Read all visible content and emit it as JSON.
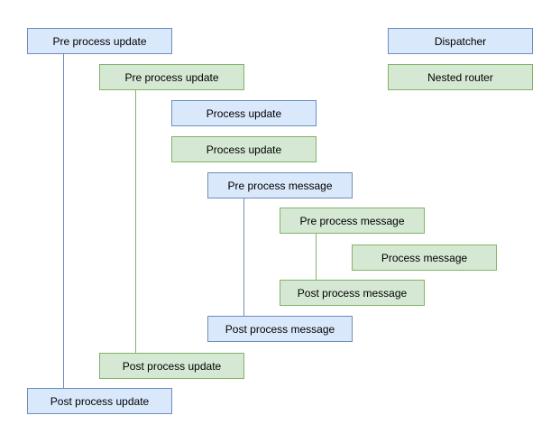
{
  "palette": {
    "dispatcher_fill": "#dae8fc",
    "dispatcher_border": "#6c8ebf",
    "nested_router_fill": "#d5e8d4",
    "nested_router_border": "#82b366",
    "background": "#ffffff",
    "text": "#000000"
  },
  "legend": [
    {
      "label": "Dispatcher",
      "lane": "dispatcher"
    },
    {
      "label": "Nested router",
      "lane": "nested-router"
    }
  ],
  "flow": [
    {
      "label": "Pre process update",
      "lane": "dispatcher"
    },
    {
      "label": "Pre process update",
      "lane": "nested-router"
    },
    {
      "label": "Process update",
      "lane": "dispatcher"
    },
    {
      "label": "Process update",
      "lane": "nested-router"
    },
    {
      "label": "Pre process message",
      "lane": "dispatcher"
    },
    {
      "label": "Pre process message",
      "lane": "nested-router"
    },
    {
      "label": "Process message",
      "lane": "nested-router"
    },
    {
      "label": "Post process message",
      "lane": "nested-router"
    },
    {
      "label": "Post process message",
      "lane": "dispatcher"
    },
    {
      "label": "Post process update",
      "lane": "nested-router"
    },
    {
      "label": "Post process update",
      "lane": "dispatcher"
    }
  ],
  "connectors": [
    {
      "name": "pre-to-post-process-update-dispatcher",
      "color": "#6c8ebf"
    },
    {
      "name": "pre-to-post-process-update-nested-router",
      "color": "#82b366"
    },
    {
      "name": "pre-to-post-process-message-dispatcher",
      "color": "#6c8ebf"
    },
    {
      "name": "pre-to-post-process-message-nested-router",
      "color": "#82b366"
    }
  ]
}
